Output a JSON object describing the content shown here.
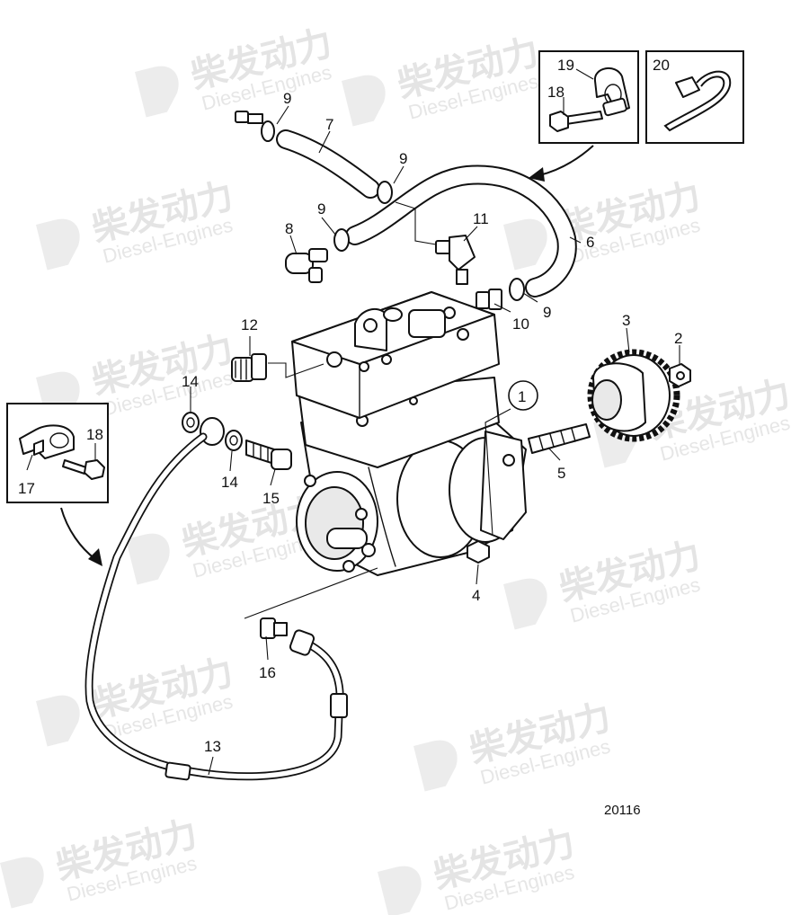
{
  "watermark": {
    "brand_cn": "柴发动力",
    "brand_en": "Diesel-Engines"
  },
  "drawing_number": "20116",
  "callouts": {
    "c1": "1",
    "c2": "2",
    "c3": "3",
    "c4": "4",
    "c5": "5",
    "c6": "6",
    "c7": "7",
    "c8": "8",
    "c9a": "9",
    "c9b": "9",
    "c9c": "9",
    "c9d": "9",
    "c10": "10",
    "c11": "11",
    "c12": "12",
    "c13": "13",
    "c14a": "14",
    "c14b": "14",
    "c15": "15",
    "c16": "16",
    "c17": "17",
    "c18a": "18",
    "c18b": "18",
    "c19": "19",
    "c20": "20"
  }
}
